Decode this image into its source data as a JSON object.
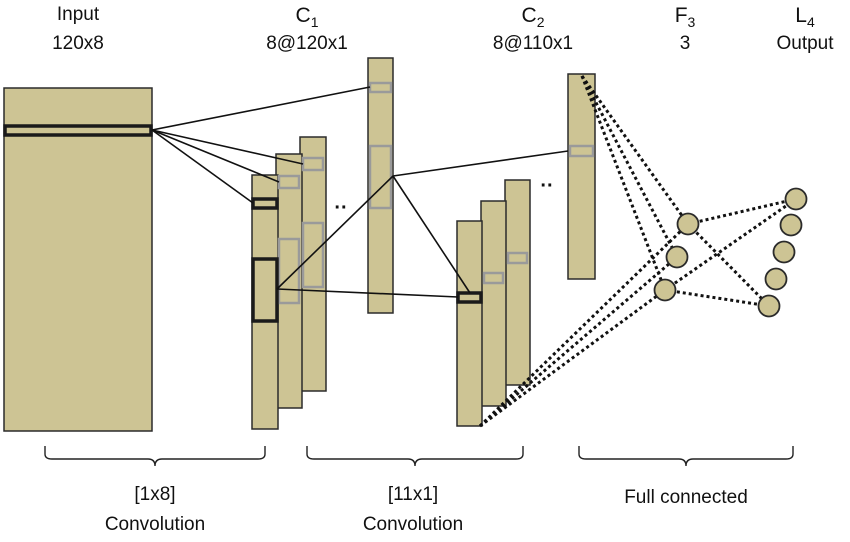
{
  "headers": {
    "input": {
      "name": "Input",
      "size": "120x8"
    },
    "c1": {
      "symbol": "C",
      "sub": "1",
      "size": "8@120x1"
    },
    "c2": {
      "symbol": "C",
      "sub": "2",
      "size": "8@110x1"
    },
    "f3": {
      "symbol": "F",
      "sub": "3",
      "size": "3"
    },
    "l4": {
      "symbol": "L",
      "sub": "4",
      "size": "Output"
    }
  },
  "ellipsis": "··",
  "stages": {
    "conv1": {
      "line1": "[1x8]",
      "line2": "Convolution"
    },
    "conv2": {
      "line1": "[11x1]",
      "line2": "Convolution"
    },
    "full": {
      "line1": "Full connected"
    }
  },
  "colors": {
    "block_fill": "#cdc494",
    "block_stroke": "#2b2b2b",
    "highlight_dark": "#1a1a1a",
    "highlight_gray": "#9a9a9a",
    "line": "#111111",
    "neuron_fill": "#cdc494"
  },
  "layers": {
    "f3_neurons": 3,
    "l4_neurons": 5
  }
}
